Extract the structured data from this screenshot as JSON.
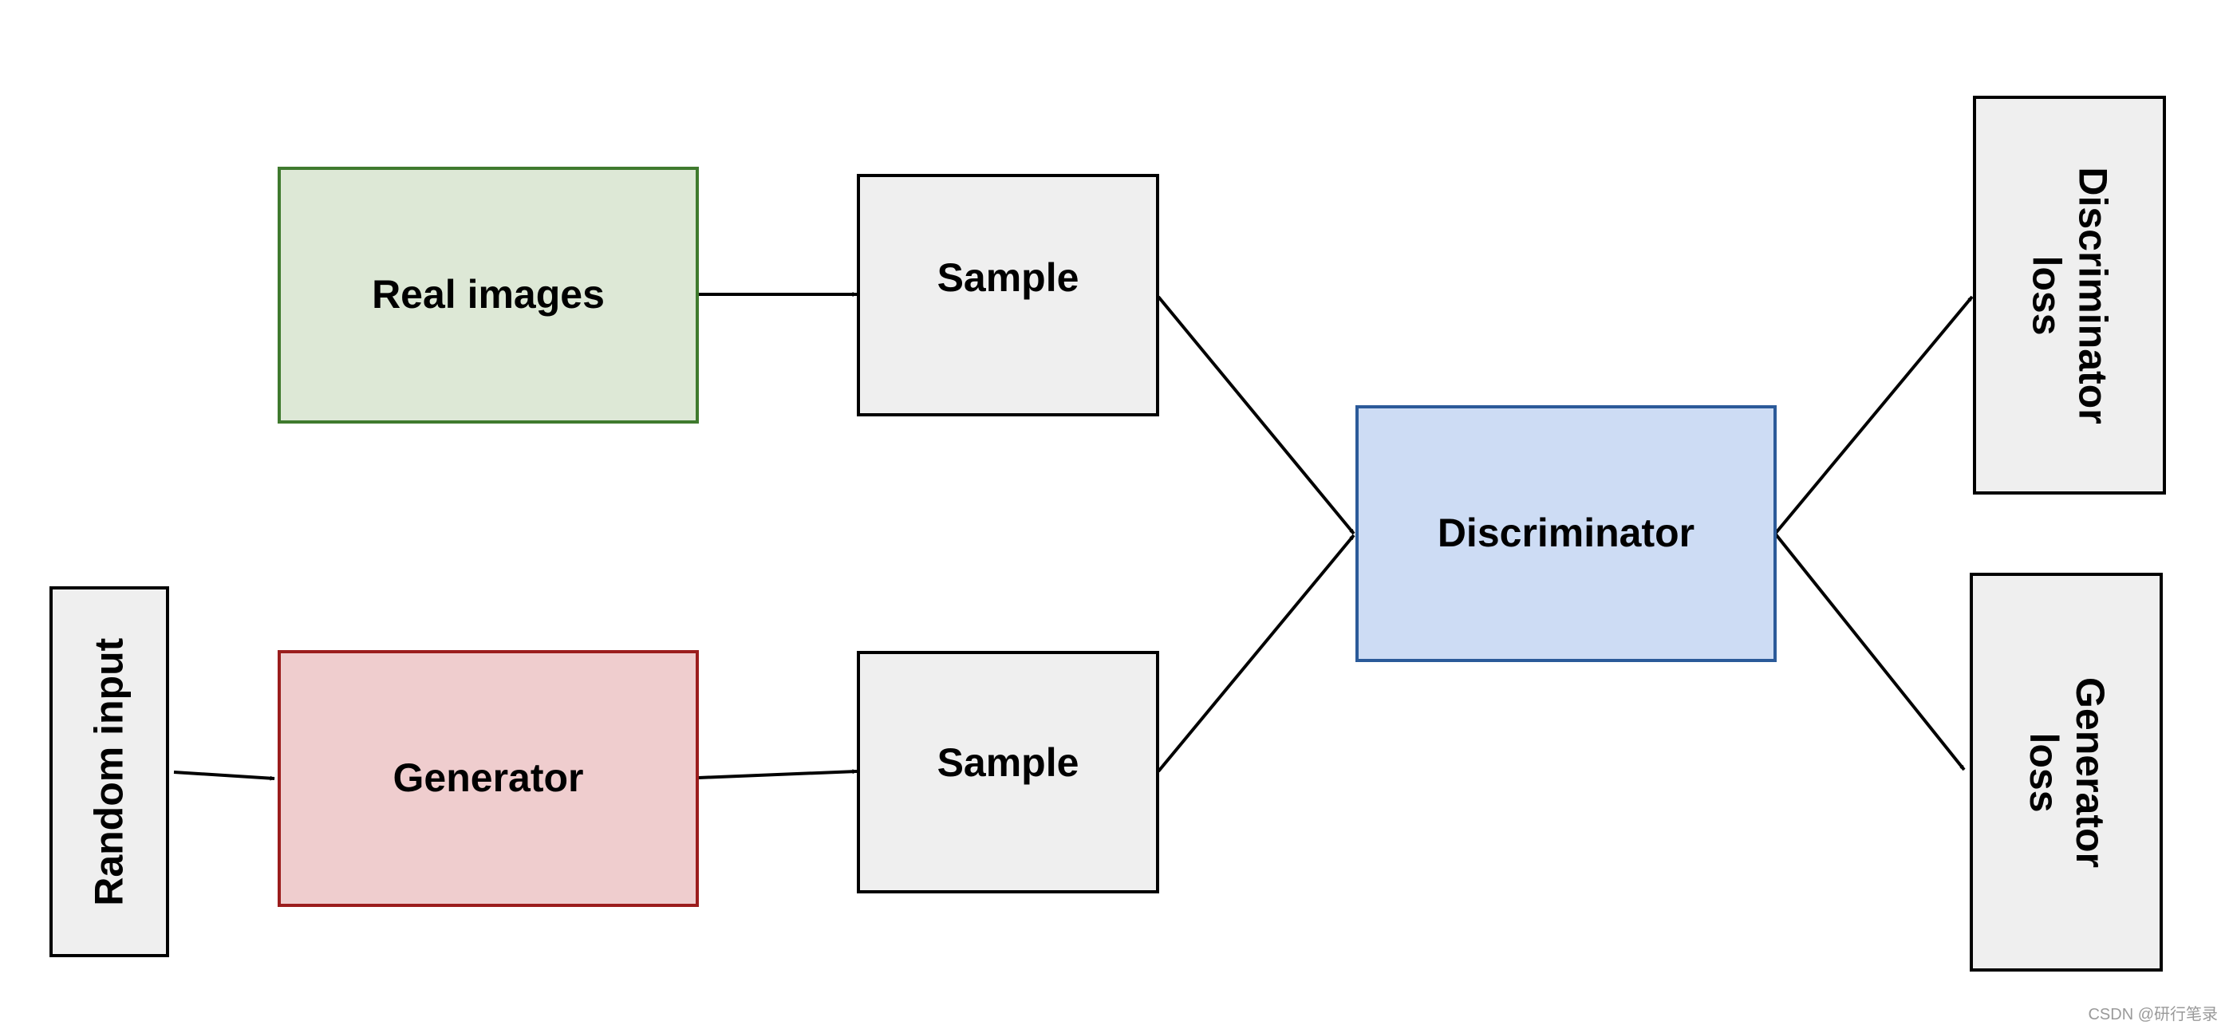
{
  "nodes": {
    "random_input": "Random input",
    "real_images": "Real images",
    "generator": "Generator",
    "sample_real": "Sample",
    "sample_fake": "Sample",
    "discriminator": "Discriminator",
    "discriminator_loss": "Discriminator loss",
    "generator_loss": "Generator loss"
  },
  "colors": {
    "real_images_fill": "#dde8d6",
    "real_images_border": "#3f7a2e",
    "generator_fill": "#efcdce",
    "generator_border": "#9b1d1d",
    "discriminator_fill": "#cddcf4",
    "discriminator_border": "#2b5a99",
    "neutral_fill": "#efefef",
    "neutral_border": "#000000"
  },
  "watermark": "CSDN @研行笔录"
}
